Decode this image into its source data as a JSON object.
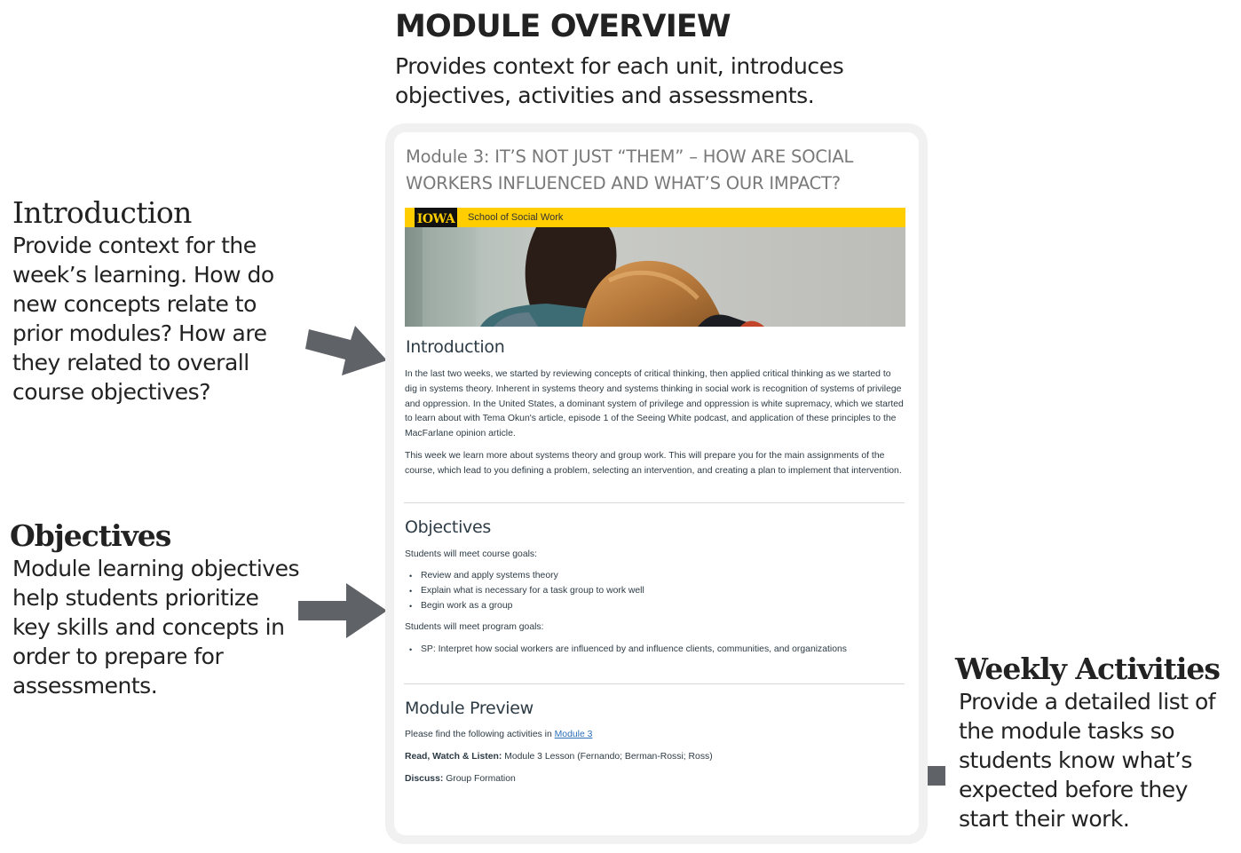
{
  "overview": {
    "title": "MODULE OVERVIEW",
    "description": "Provides context for each unit, introduces objectives, activities and assessments."
  },
  "annotations": {
    "introduction": {
      "heading": "Introduction",
      "text": "Provide context for the week’s learning. How do new concepts relate to prior modules? How are they related to overall course objectives?"
    },
    "objectives": {
      "heading": "Objectives",
      "text": "Module learning objectives help students prioritize key skills and concepts in order to prepare for assessments."
    },
    "weekly_activities": {
      "heading": "Weekly Activities",
      "text": "Provide a detailed list of the module tasks so students know what’s expected before they start their work."
    }
  },
  "arrows": {
    "color": "#5f6266",
    "introduction": "arrow-right-down",
    "objectives": "arrow-right",
    "weekly_activities": "arrow-left"
  },
  "card": {
    "module_title": "Module 3: IT’S NOT JUST “THEM” – HOW ARE SOCIAL WORKERS INFLUENCED AND WHAT’S OUR IMPACT?",
    "banner": {
      "logo": "IOWA",
      "school": "School of Social Work",
      "bar_color": "#ffcd00"
    },
    "introduction": {
      "heading": "Introduction",
      "paragraphs": [
        "In the last two weeks, we started by reviewing concepts of critical thinking, then applied critical thinking as we started to dig in systems theory. Inherent in systems theory and systems thinking in social work is recognition of systems of privilege and oppression. In the United States, a dominant system of privilege and oppression is white supremacy, which we started to learn about with Tema Okun's article, episode 1 of the Seeing White podcast, and application of these principles to the MacFarlane opinion article.",
        "This week we learn more about systems theory and group work. This will prepare you for the main assignments of the course, which lead to you defining a problem, selecting an intervention, and creating a plan to implement that intervention."
      ]
    },
    "objectives": {
      "heading": "Objectives",
      "course_goals_label": "Students will meet course goals:",
      "course_goals": [
        "Review and apply systems theory",
        "Explain what is necessary for a task group to work well",
        "Begin work as a group"
      ],
      "program_goals_label": "Students will meet program goals:",
      "program_goals": [
        "SP: Interpret how social workers are influenced by and influence clients, communities, and organizations"
      ]
    },
    "preview": {
      "heading": "Module Preview",
      "intro": "Please find the following activities in ",
      "link": "Module 3",
      "items": [
        {
          "label": "Read, Watch & Listen:",
          "value": " Module 3 Lesson (Fernando; Berman-Rossi; Ross)"
        },
        {
          "label": "Discuss:",
          "value": " Group Formation"
        }
      ]
    }
  }
}
